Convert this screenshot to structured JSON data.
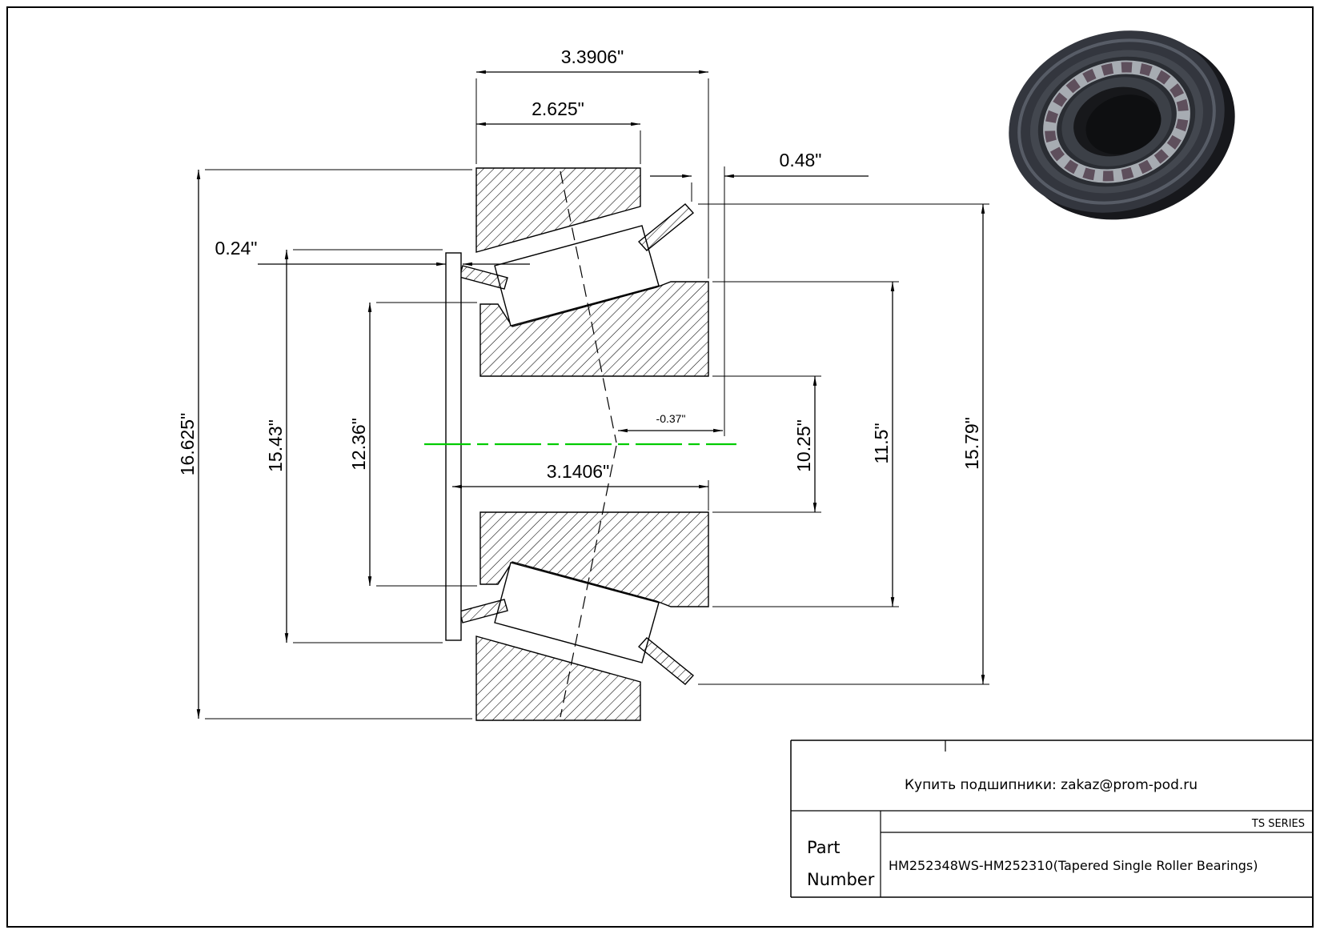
{
  "drawing": {
    "centerline_color": "#00cc00",
    "dimensions": {
      "overall_width": "3.3906\"",
      "cup_width": "2.625\"",
      "stickout": "0.48\"",
      "sleeve_width": "0.24\"",
      "effective_center": "-0.37\"",
      "cone_width": "3.1406\"",
      "outer_diameter": "16.625\"",
      "flange_diameter": "15.43\"",
      "front_rib_diameter": "12.36\"",
      "bore_diameter": "10.25\"",
      "back_rib_diameter": "11.5\"",
      "cage_diameter": "15.79\""
    }
  },
  "title_block": {
    "contact": "Купить подшипники: zakaz@prom-pod.ru",
    "series": "TS SERIES",
    "part_label_line1": "Part",
    "part_label_line2": "Number",
    "part_number": "HM252348WS-HM252310(Tapered Single Roller Bearings)"
  }
}
